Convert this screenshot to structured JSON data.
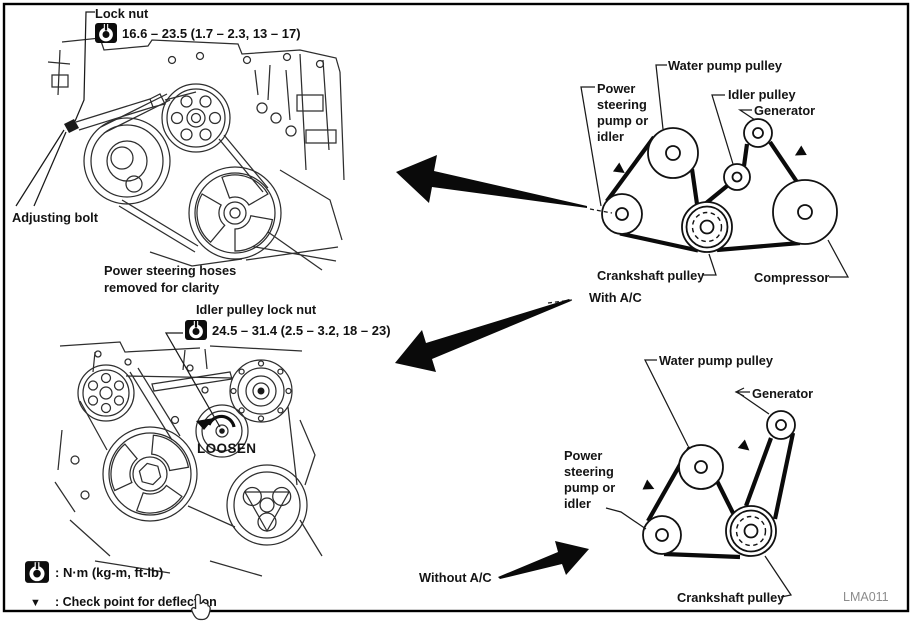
{
  "document": {
    "figure_code": "LMA011"
  },
  "engine_top": {
    "lock_nut_label": "Lock nut",
    "lock_nut_torque": "16.6 – 23.5 (1.7 – 2.3, 13 – 17)",
    "adjusting_bolt_label": "Adjusting bolt",
    "note_line1": "Power steering hoses",
    "note_line2": "removed for clarity"
  },
  "engine_bottom": {
    "idler_lock_nut_label": "Idler pulley lock nut",
    "idler_lock_nut_torque": "24.5 – 31.4 (2.5 – 3.2, 18 – 23)",
    "loosen_label": "LOOSEN"
  },
  "schematic_with_ac": {
    "caption": "With A/C",
    "water_pump_label": "Water pump pulley",
    "power_steering_label": "Power steering pump or idler",
    "idler_label": "Idler pulley",
    "generator_label": "Generator",
    "crankshaft_label": "Crankshaft pulley",
    "compressor_label": "Compressor"
  },
  "schematic_without_ac": {
    "caption": "Without A/C",
    "water_pump_label": "Water pump pulley",
    "generator_label": "Generator",
    "power_steering_label": "Power steering pump or idler",
    "crankshaft_label": "Crankshaft pulley"
  },
  "legend": {
    "torque_units_text": ": N·m (kg-m, ft-lb)",
    "deflection_marker": "▼",
    "deflection_text": ": Check point for deflection"
  },
  "colors": {
    "ink": "#1a1a1a",
    "figure_code_gray": "#8c8c8c",
    "paper": "#ffffff"
  }
}
